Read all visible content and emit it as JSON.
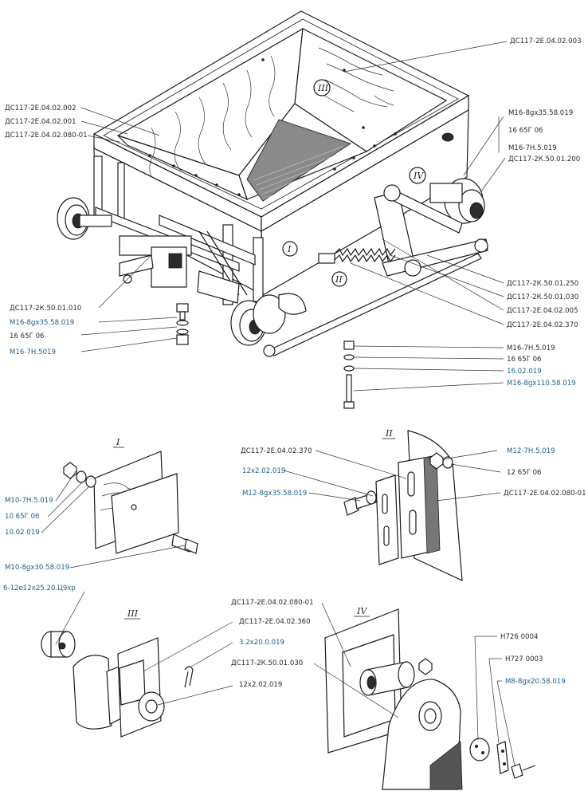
{
  "main_labels": {
    "a003": "ДС117-2Е.04.02.003",
    "a002": "ДС117-2Е.04.02.002",
    "a001": "ДС117-2Е.04.02.001",
    "a080": "ДС117-2Е.04.02.080-01",
    "r1_bolt": "М16-8gх35.58.019",
    "r1_washer": "16 65Г 06",
    "r1_nut": "М16-7Н.5.019",
    "r1_part": "ДС117-2К.50.01.200",
    "l_part": "ДС117-2К.50.01.010",
    "l_bolt": "М16-8gх35.58.019",
    "l_washer": "16 65Г 06",
    "l_nut": "М16-7Н.5019",
    "r2_250": "ДС117-2К.50.01.250",
    "r2_030": "ДС117-2К.50.01.030",
    "r2_005": "ДС117-2Е.04.02.005",
    "r2_370": "ДС117-2Е.04.02.370",
    "r3_nut": "М16-7Н.5.019",
    "r3_washer": "16 65Г 06",
    "r3_flat": "16.02.019",
    "r3_bolt": "М16-8gх110.58.019"
  },
  "roman": {
    "i": "I",
    "ii": "II",
    "iii": "III",
    "iv": "IV"
  },
  "detail_i": {
    "nut": "М10-7Н.5.019",
    "washer": "10 65Г 06",
    "flat": "10.02.019",
    "bolt": "М10-8gх30.58.019"
  },
  "detail_ii": {
    "part370": "ДС117-2Е.04.02.370",
    "flat": "12х2.02.019",
    "bolt": "М12-8gх35.58.019",
    "nut": "М12-7Н.5.019",
    "washer": "12 65Г 06",
    "part080": "ДС117-2Е.04.02.080-01"
  },
  "detail_iii": {
    "pin": "6-12е12х25.20.Ц9хр",
    "part360": "ДС117-2Е.04.02.360",
    "cotter": "3.2х20.0.019",
    "flat": "12х2.02.019"
  },
  "detail_iv": {
    "part080": "ДС117-2Е.04.02.080-01",
    "part030": "ДС117-2К.50.01.030",
    "h726": "Н726 0004",
    "h727": "Н727 0003",
    "bolt": "М8-8gх20.58.019"
  }
}
